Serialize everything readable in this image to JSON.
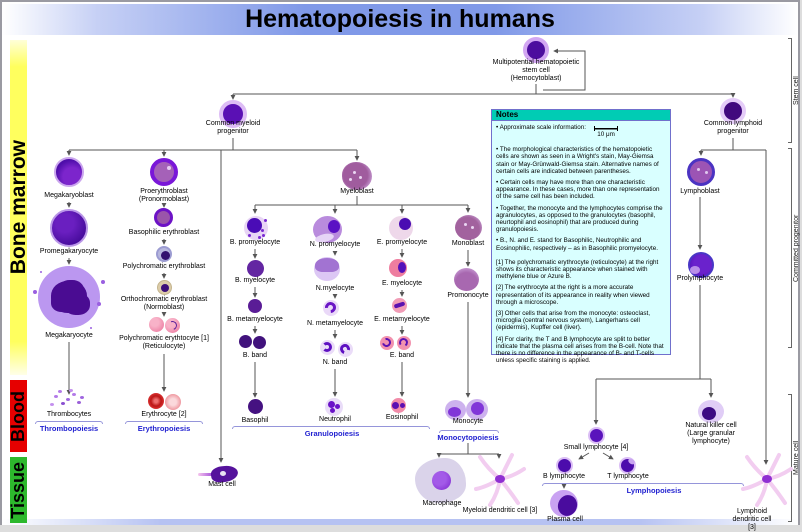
{
  "title": "Hematopoiesis in humans",
  "sidebar": {
    "bone_marrow": "Bone marrow",
    "blood": "Blood",
    "tissue": "Tissue"
  },
  "stages": {
    "stem": "Stem cell",
    "committed": "Committed progenitor",
    "mature": "Mature cell"
  },
  "cells": {
    "hemocytoblast": "Multipotential hematopoietic\nstem cell\n(Hemocytoblast)",
    "cmp": "Common myeloid\nprogenitor",
    "clp": "Common lymphoid\nprogenitor",
    "megakaryoblast": "Megakaryoblast",
    "promegakaryocyte": "Promegakaryocyte",
    "megakaryocyte": "Megakaryocyte",
    "thrombocytes": "Thrombocytes",
    "proerythroblast": "Proerythroblast\n(Pronormoblast)",
    "basophilic_erythroblast": "Basophilic erythroblast",
    "polychromatic_erythroblast": "Polychromatic erythroblast",
    "orthochromatic_erythroblast": "Orthochromatic erythroblast\n(Normoblast)",
    "reticulocyte": "Polychromatic erythtocyte [1]\n(Reticulocyte)",
    "erythrocyte": "Erythrocyte [2]",
    "myeloblast": "Myeloblast",
    "b_promyelocyte": "B. promyelocyte",
    "n_promyelocyte": "N. promyelocyte",
    "e_promyelocyte": "E. promyelocyte",
    "monoblast": "Monoblast",
    "b_myelocyte": "B. myelocyte",
    "n_myelocyte": "N.myelocyte",
    "e_myelocyte": "E. myelocyte",
    "promonocyte": "Promonocyte",
    "b_metamyelocyte": "B. metamyelocyte",
    "n_metamyelocyte": "N. metamyelocyte",
    "e_metamyelocyte": "E. metamyelocyte",
    "b_band": "B. band",
    "n_band": "N. band",
    "e_band": "E. band",
    "basophil": "Basophil",
    "neutrophil": "Neutrophil",
    "eosinophil": "Eosinophil",
    "monocyte": "Monocyte",
    "mast_cell": "Mast cell",
    "macrophage": "Macrophage",
    "myeloid_dendritic": "Myeloid dendritic cell [3]",
    "lymphoblast": "Lymphoblast",
    "prolymphocyte": "Prolymphocyte",
    "small_lymphocyte": "Small lymphocyte [4]",
    "b_lymphocyte": "B lymphocyte",
    "t_lymphocyte": "T lymphocyte",
    "nk_cell": "Natural killer cell\n(Large granular lymphocyte)",
    "plasma_cell": "Plasma cell",
    "lymphoid_dendritic": "Lymphoid dendritic cell [3]"
  },
  "processes": {
    "thrombopoiesis": "Thrombopoiesis",
    "erythropoiesis": "Erythropoiesis",
    "granulopoiesis": "Granulopoiesis",
    "monocytopoiesis": "Monocytopoiesis",
    "lymphopoiesis": "Lymphopoiesis"
  },
  "notes": {
    "header": "Notes",
    "scale_line": "• Approximate scale information:",
    "scale_value": "10 μm",
    "bullets": [
      "• The morphological characteristics of the hematopoietic cells are shown as seen in a Wright's stain, May-Giemsa stain or May-Grünwald-Giemsa stain. Alternative names of certain cells are indicated between parentheses.",
      "• Certain cells may have more than one characteristic appearance. In these cases, more than one representation of the same cell has been included.",
      "• Together, the monocyte and the lymphocytes comprise the agranulocytes, as opposed to the granulocytes (basophil, neurtophil and eosinophil) that are produced during granulopoiesis.",
      "• B., N. and E. stand for Basophilic, Neutrophilic and Eosinophilic, respectively – as in Basophilic promyelocyte."
    ],
    "footnotes": [
      "[1] The polychromatic erythrocyte (reticulocyte) at the right shows its characteristic appearance when stained with methylene blue or Azure B.",
      "[2] The erythrocyte at the right is a more accurate representation of its appearance in reality when viewed through a microscope.",
      "[3] Other cells that arise from the monocyte: osteoclast, microglia (central nervous system), Langerhans cell (epidermis), Kupffer cell (liver).",
      "[4] For clarity, the T and B lymphocyte are split to better indicate that the plasma cell arises from the B-cell. Note that there is no difference in the appearance of B- and T-cells unless specific staining is applied."
    ]
  },
  "colors": {
    "bone_marrow_band": "#ffff5e",
    "blood_band": "#e60000",
    "tissue_band": "#2db82d",
    "process_label": "#1f1fd0",
    "notes_header_bg": "#00ccb4",
    "notes_body_bg": "#d9ffff",
    "title_band_blue": "#8099e8"
  }
}
